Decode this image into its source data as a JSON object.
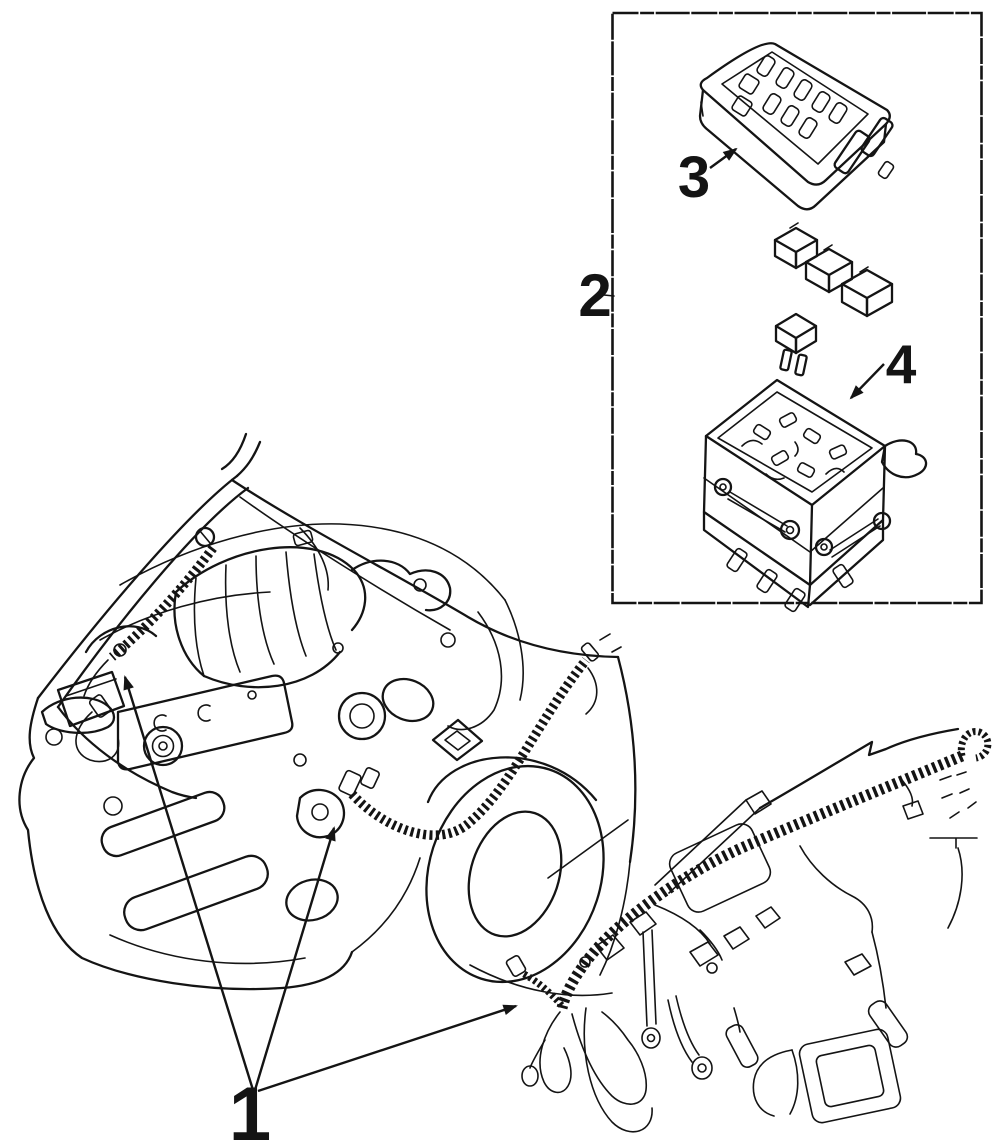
{
  "page": {
    "background": "#ffffff",
    "ink": "#141414"
  },
  "callouts": [
    {
      "id": "1",
      "label": "1"
    },
    {
      "id": "2",
      "label": "2"
    },
    {
      "id": "3",
      "label": "3"
    },
    {
      "id": "4",
      "label": "4"
    }
  ]
}
